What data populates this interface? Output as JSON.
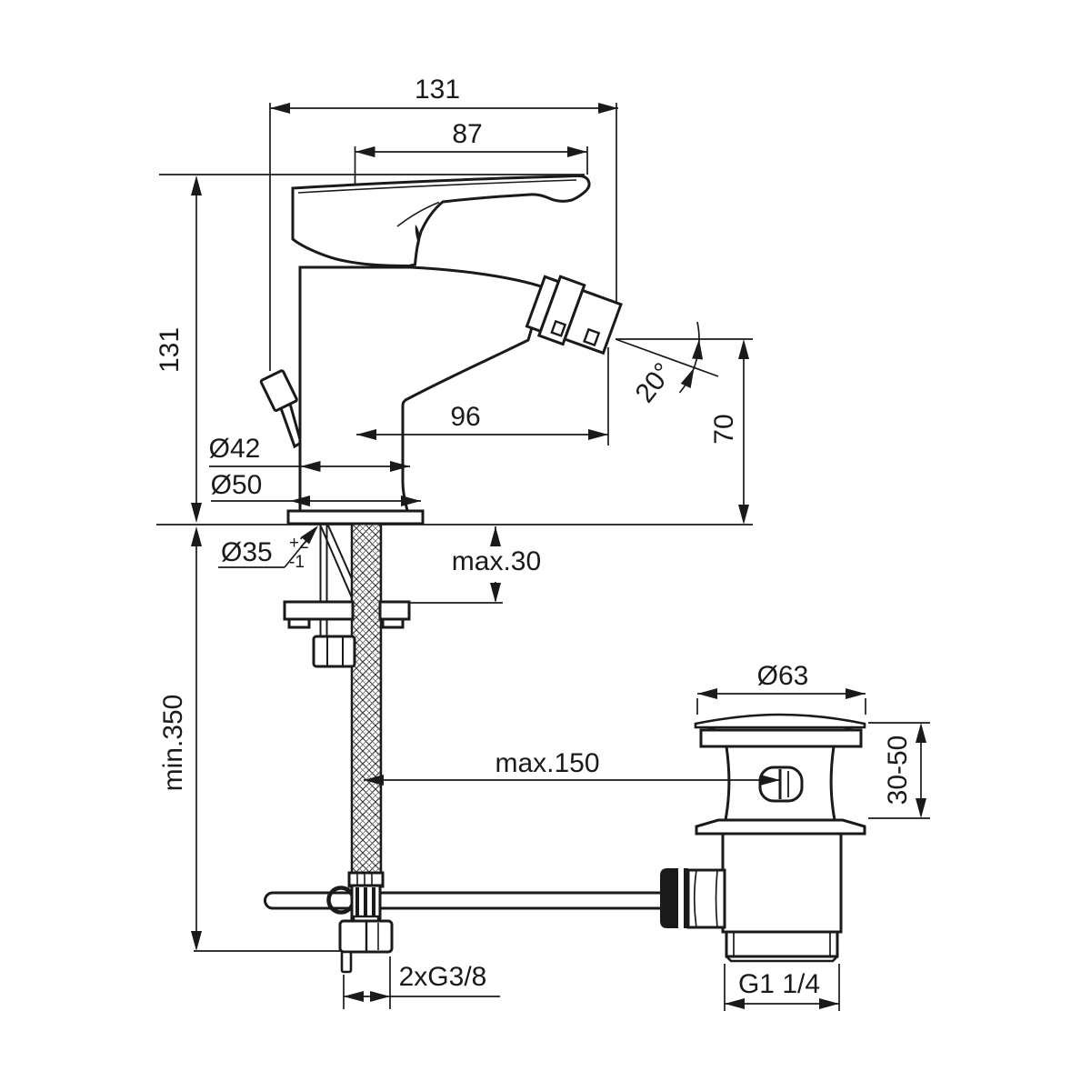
{
  "drawing": {
    "title": "bidet single-lever mixer installation dimensions",
    "dimensions": {
      "overall_width": "131",
      "handle_length": "87",
      "body_height": "131",
      "spout_reach": "96",
      "spout_angle": "20°",
      "spout_height": "70",
      "body_diameter": "Ø42",
      "base_diameter": "Ø50",
      "hole_diameter": "Ø35",
      "hole_tolerance_plus": "+2",
      "hole_tolerance_minus": "-1",
      "deck_thickness": "max.30",
      "hose_clearance": "min.350",
      "rod_reach": "max.150",
      "waste_flange_diameter": "Ø63",
      "waste_deck_range": "30-50",
      "supply_thread": "2xG3/8",
      "waste_thread": "G1 1/4"
    },
    "line_color": "#1a1a1a"
  }
}
